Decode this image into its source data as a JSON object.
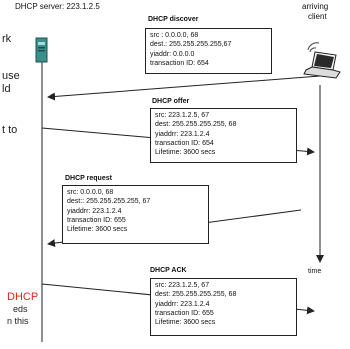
{
  "server_label": "DHCP server: 223.1.2.5",
  "client_label": [
    "arriving",
    "client"
  ],
  "time_label": "time",
  "background_fragments": {
    "text_rows": [
      "rk",
      "use",
      "ld",
      "t to"
    ],
    "red_fragment": "DHCP",
    "trailing_rows": [
      "eds",
      "n this"
    ]
  },
  "messages": [
    {
      "title": "DHCP discover",
      "lines": [
        "src : 0.0.0.0, 68",
        "dest.: 255.255.255.255,67",
        "yiaddr:    0.0.0.0",
        "transaction ID: 654"
      ]
    },
    {
      "title": "DHCP offer",
      "lines": [
        "src: 223.1.2.5, 67",
        " dest:  255.255.255.255, 68",
        "yiaddrr: 223.1.2.4",
        "transaction ID: 654",
        "Lifetime: 3600 secs"
      ]
    },
    {
      "title": "DHCP request",
      "lines": [
        "src:  0.0.0.0, 68",
        "dest::  255.255.255.255, 67",
        "yiaddrr: 223.1.2.4",
        "transaction ID: 655",
        "Lifetime: 3600 secs"
      ]
    },
    {
      "title": "DHCP ACK",
      "lines": [
        "src: 223.1.2.5, 67",
        " dest:  255.255.255.255, 68",
        "yiaddrr: 223.1.2.4",
        "transaction ID: 655",
        "Lifetime: 3600 secs"
      ]
    }
  ],
  "colors": {
    "ink": "#222222",
    "accent_red": "#e0231c",
    "server_teal": "#3b8f8a"
  }
}
